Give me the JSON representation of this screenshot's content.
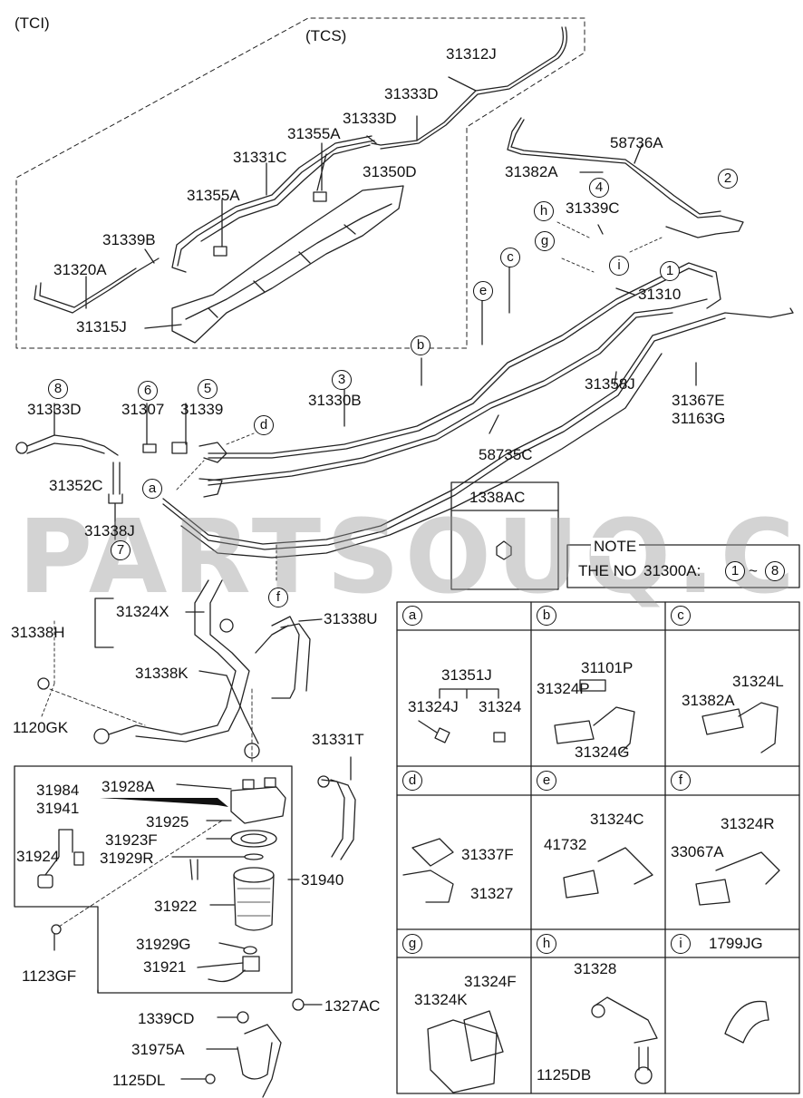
{
  "sections": {
    "tci": "(TCI)",
    "tcs": "(TCS)"
  },
  "watermark": "PARTSOUQ.COM",
  "box_1338ac": "1338AC",
  "note": {
    "title": "NOTE",
    "text": "THE NO",
    "code": "31300A:",
    "from": "1",
    "tilde": "~",
    "to": "8"
  },
  "callouts": [
    {
      "id": "c1",
      "text": "31312J"
    },
    {
      "id": "c2",
      "text": "31333D"
    },
    {
      "id": "c3",
      "text": "31333D"
    },
    {
      "id": "c4",
      "text": "31355A"
    },
    {
      "id": "c5",
      "text": "31331C"
    },
    {
      "id": "c6",
      "text": "31350D"
    },
    {
      "id": "c7",
      "text": "31355A"
    },
    {
      "id": "c8",
      "text": "31339B"
    },
    {
      "id": "c9",
      "text": "31320A"
    },
    {
      "id": "c10",
      "text": "31315J"
    },
    {
      "id": "c11",
      "text": "58736A"
    },
    {
      "id": "c12",
      "text": "31382A"
    },
    {
      "id": "c13",
      "text": "31339C"
    },
    {
      "id": "c14",
      "text": "31310"
    },
    {
      "id": "c15",
      "text": "31358J"
    },
    {
      "id": "c16",
      "text": "31367E"
    },
    {
      "id": "c17",
      "text": "31163G"
    },
    {
      "id": "c18",
      "text": "31333D"
    },
    {
      "id": "c19",
      "text": "31307"
    },
    {
      "id": "c20",
      "text": "31339"
    },
    {
      "id": "c21",
      "text": "31330B"
    },
    {
      "id": "c22",
      "text": "58735C"
    },
    {
      "id": "c23",
      "text": "31352C"
    },
    {
      "id": "c24",
      "text": "31338J"
    },
    {
      "id": "c25",
      "text": "31338H"
    },
    {
      "id": "c26",
      "text": "31324X"
    },
    {
      "id": "c27",
      "text": "31338U"
    },
    {
      "id": "c28",
      "text": "31338K"
    },
    {
      "id": "c29",
      "text": "1120GK"
    },
    {
      "id": "c30",
      "text": "31331T"
    },
    {
      "id": "c31",
      "text": "31984"
    },
    {
      "id": "c32",
      "text": "31928A"
    },
    {
      "id": "c33",
      "text": "31941"
    },
    {
      "id": "c34",
      "text": "31925"
    },
    {
      "id": "c35",
      "text": "31923F"
    },
    {
      "id": "c36",
      "text": "31924"
    },
    {
      "id": "c37",
      "text": "31929R"
    },
    {
      "id": "c38",
      "text": "31940"
    },
    {
      "id": "c39",
      "text": "31922"
    },
    {
      "id": "c40",
      "text": "1123GF"
    },
    {
      "id": "c41",
      "text": "31929G"
    },
    {
      "id": "c42",
      "text": "31921"
    },
    {
      "id": "c43",
      "text": "1339CD"
    },
    {
      "id": "c44",
      "text": "1327AC"
    },
    {
      "id": "c45",
      "text": "31975A"
    },
    {
      "id": "c46",
      "text": "1125DL"
    }
  ],
  "circles": [
    {
      "id": "n1",
      "text": "1"
    },
    {
      "id": "n2",
      "text": "2"
    },
    {
      "id": "n3",
      "text": "3"
    },
    {
      "id": "n4",
      "text": "4"
    },
    {
      "id": "n5",
      "text": "5"
    },
    {
      "id": "n6",
      "text": "6"
    },
    {
      "id": "n7",
      "text": "7"
    },
    {
      "id": "n8",
      "text": "8"
    },
    {
      "id": "la",
      "text": "a"
    },
    {
      "id": "lb",
      "text": "b"
    },
    {
      "id": "lc",
      "text": "c"
    },
    {
      "id": "ld",
      "text": "d"
    },
    {
      "id": "le",
      "text": "e"
    },
    {
      "id": "lf",
      "text": "f"
    },
    {
      "id": "lg",
      "text": "g"
    },
    {
      "id": "lh",
      "text": "h"
    },
    {
      "id": "li",
      "text": "i"
    }
  ],
  "detail_grid": [
    {
      "key": "a",
      "parts": [
        "31351J",
        "31324J",
        "31324"
      ]
    },
    {
      "key": "b",
      "parts": [
        "31101P",
        "31324P",
        "31324G"
      ]
    },
    {
      "key": "c",
      "parts": [
        "31324L",
        "31382A"
      ]
    },
    {
      "key": "d",
      "parts": [
        "31337F",
        "31327"
      ]
    },
    {
      "key": "e",
      "parts": [
        "31324C",
        "41732"
      ]
    },
    {
      "key": "f",
      "parts": [
        "31324R",
        "33067A"
      ]
    },
    {
      "key": "g",
      "parts": [
        "31324F",
        "31324K"
      ]
    },
    {
      "key": "h",
      "parts": [
        "31328",
        "1125DB"
      ]
    },
    {
      "key": "i",
      "parts": [
        "1799JG"
      ]
    }
  ]
}
